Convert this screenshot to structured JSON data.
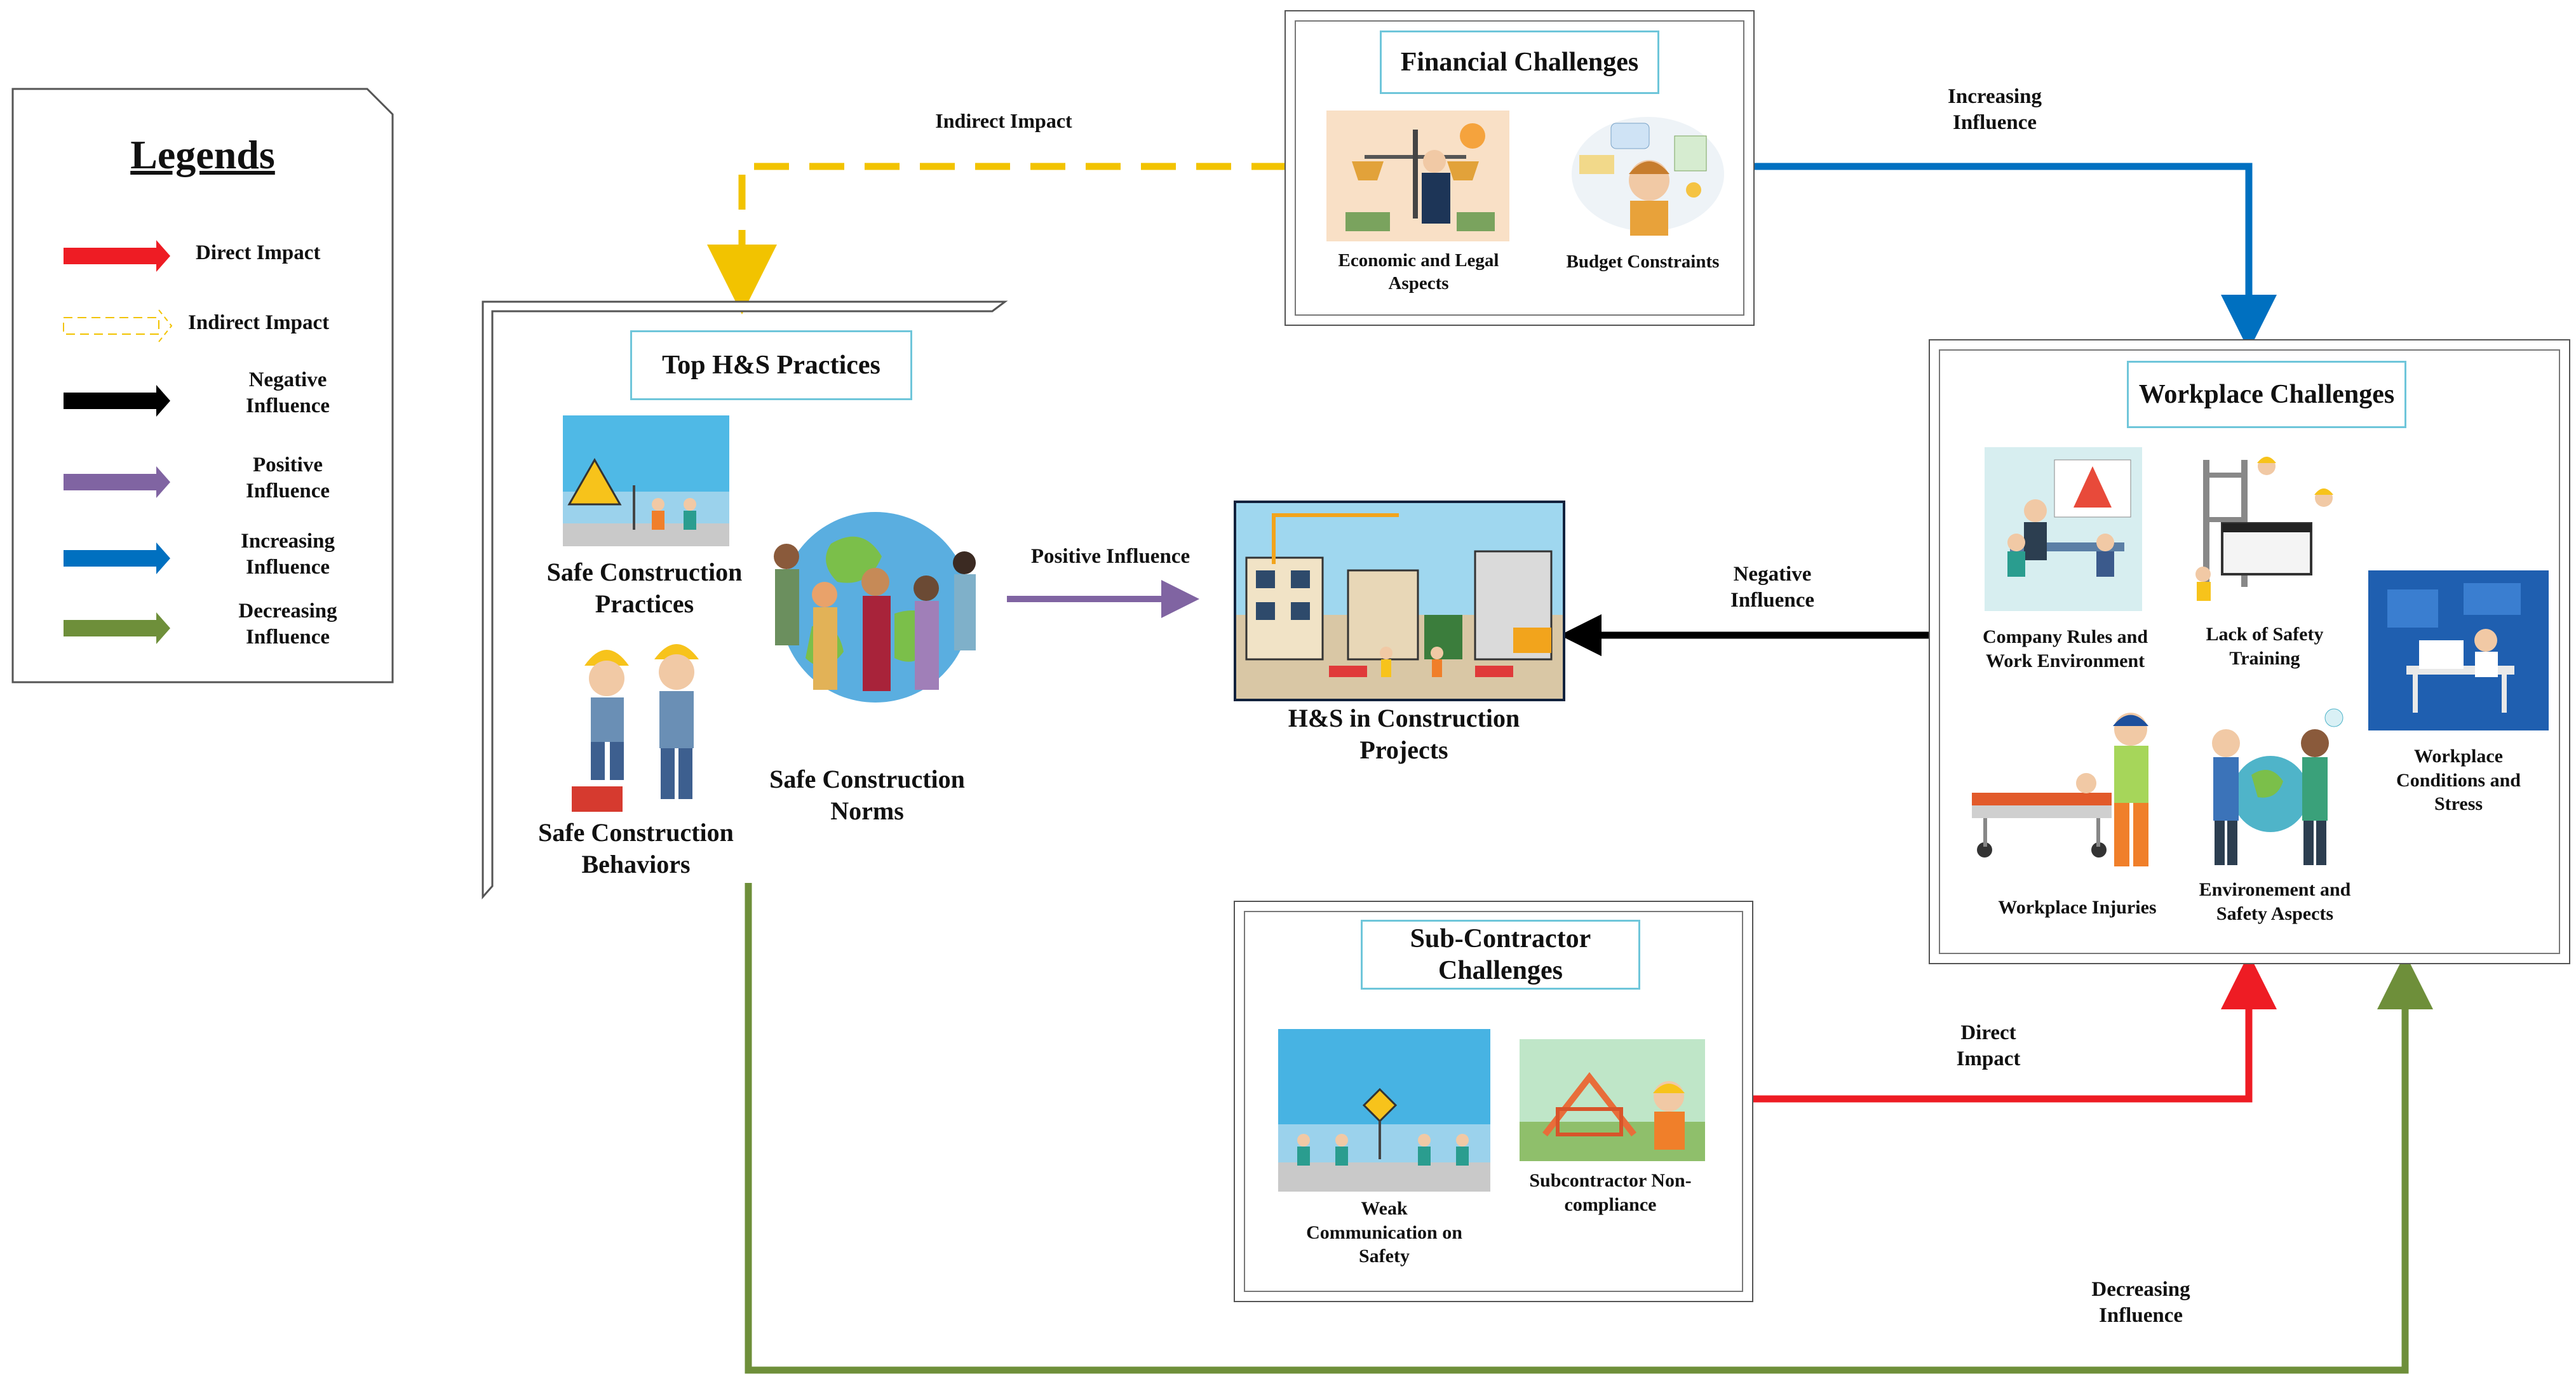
{
  "legend": {
    "title": "Legends",
    "items": [
      {
        "label": "Direct Impact",
        "color": "#ee1c24",
        "style": "solid"
      },
      {
        "label": "Indirect Impact",
        "color": "#f2c300",
        "style": "dashed"
      },
      {
        "label": "Negative Influence",
        "color": "#000000",
        "style": "solid"
      },
      {
        "label": "Positive Influence",
        "color": "#8064a2",
        "style": "solid"
      },
      {
        "label": "Increasing Influence",
        "color": "#0070c0",
        "style": "solid"
      },
      {
        "label": "Decreasing Influence",
        "color": "#6e8f3a",
        "style": "solid"
      }
    ]
  },
  "financial": {
    "title": "Financial Challenges",
    "items": [
      "Economic and Legal Aspects",
      "Budget Constraints"
    ]
  },
  "top_hs": {
    "title": "Top H&S Practices",
    "items": [
      "Safe Construction Practices",
      "Safe Construction Behaviors",
      "Safe Construction Norms"
    ]
  },
  "center": {
    "title": "H&S in Construction Projects"
  },
  "workplace": {
    "title": "Workplace Challenges",
    "items": [
      "Company Rules and Work Environment",
      "Lack of Safety Training",
      "Workplace Conditions and Stress",
      "Workplace Injuries",
      "Environement and Safety Aspects"
    ]
  },
  "subcontractor": {
    "title": "Sub-Contractor Challenges",
    "items": [
      "Weak Communication on Safety",
      "Subcontractor Non-compliance"
    ]
  },
  "arrows": {
    "indirect": "Indirect Impact",
    "increasing": "Increasing Influence",
    "positive": "Positive Influence",
    "negative": "Negative Influence",
    "direct": "Direct Impact",
    "decreasing": "Decreasing Influence"
  }
}
